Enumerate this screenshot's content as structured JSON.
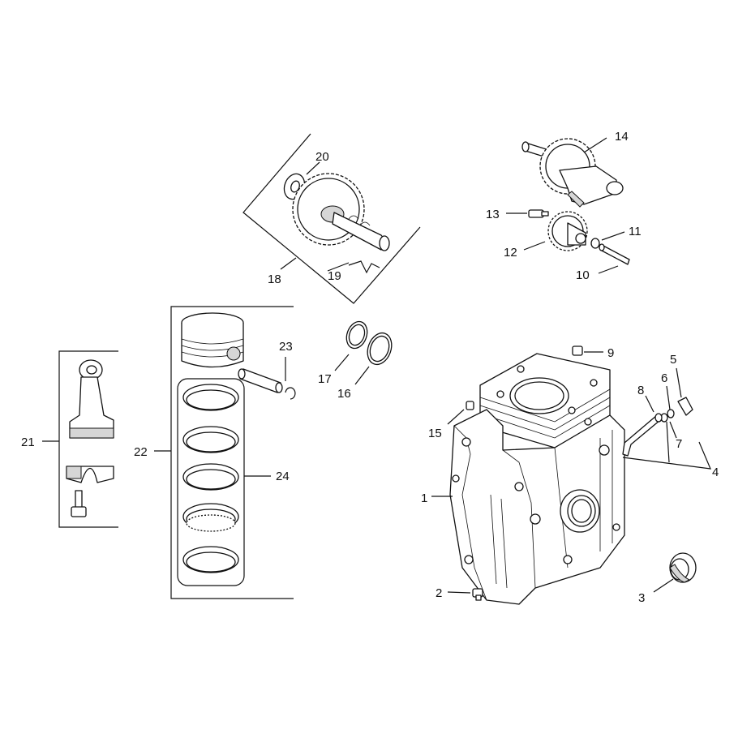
{
  "callouts": [
    "1",
    "2",
    "3",
    "4",
    "5",
    "6",
    "7",
    "8",
    "9",
    "10",
    "11",
    "12",
    "13",
    "14",
    "15",
    "16",
    "17",
    "18",
    "19",
    "20",
    "21",
    "22",
    "23",
    "24"
  ],
  "parts": {
    "crankcase": "1",
    "drain_plug": "2",
    "oil_seal": "3",
    "governor_arm_group": "4",
    "governor_lever": "5",
    "washer_6": "6",
    "washer_7": "7",
    "governor_shaft": "8",
    "small_plug": "9",
    "balancer_shaft_pin": "10",
    "washer_11": "11",
    "balancer_gear": "12",
    "bolt_13": "13",
    "crankshaft": "14",
    "dowel_pin": "15",
    "gasket_16": "16",
    "washer_17": "17",
    "camshaft_group": "18",
    "spring_19": "19",
    "washer_20": "20",
    "connecting_rod": "21",
    "piston_group": "22",
    "circlip": "23",
    "piston_rings": "24"
  }
}
